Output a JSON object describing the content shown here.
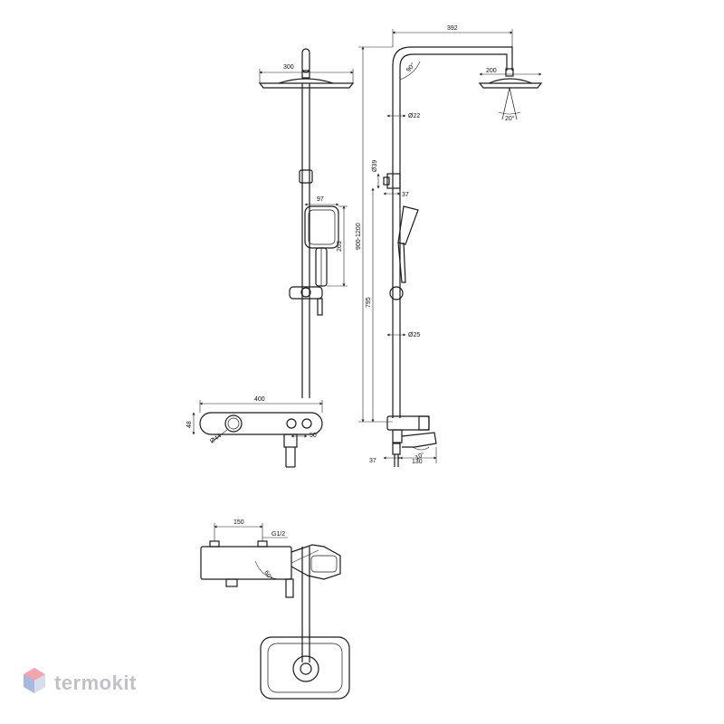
{
  "brand": {
    "name": "termokit"
  },
  "dimensions": {
    "front": {
      "head_width": "300",
      "handshower_width": "97",
      "handshower_height": "263",
      "shelf_length": "400",
      "shelf_height": "48",
      "dial_diameter": "Ø44",
      "button_spacing": "50"
    },
    "side": {
      "arm_length": "392",
      "arm_angle": "90°",
      "head_diameter": "200",
      "tilt_angle": "20°",
      "pipe_diameter": "Ø22",
      "bracket_diameter": "Ø39",
      "bracket_offset": "37",
      "height_range": "900-1200",
      "bracket_height": "795",
      "lower_pipe_diameter": "Ø25",
      "spout_angle": "10°",
      "wall_offset": "37",
      "spout_length": "130"
    },
    "top": {
      "inlet_spacing": "150",
      "thread": "G1/2",
      "rotation_angle": "60°"
    }
  }
}
